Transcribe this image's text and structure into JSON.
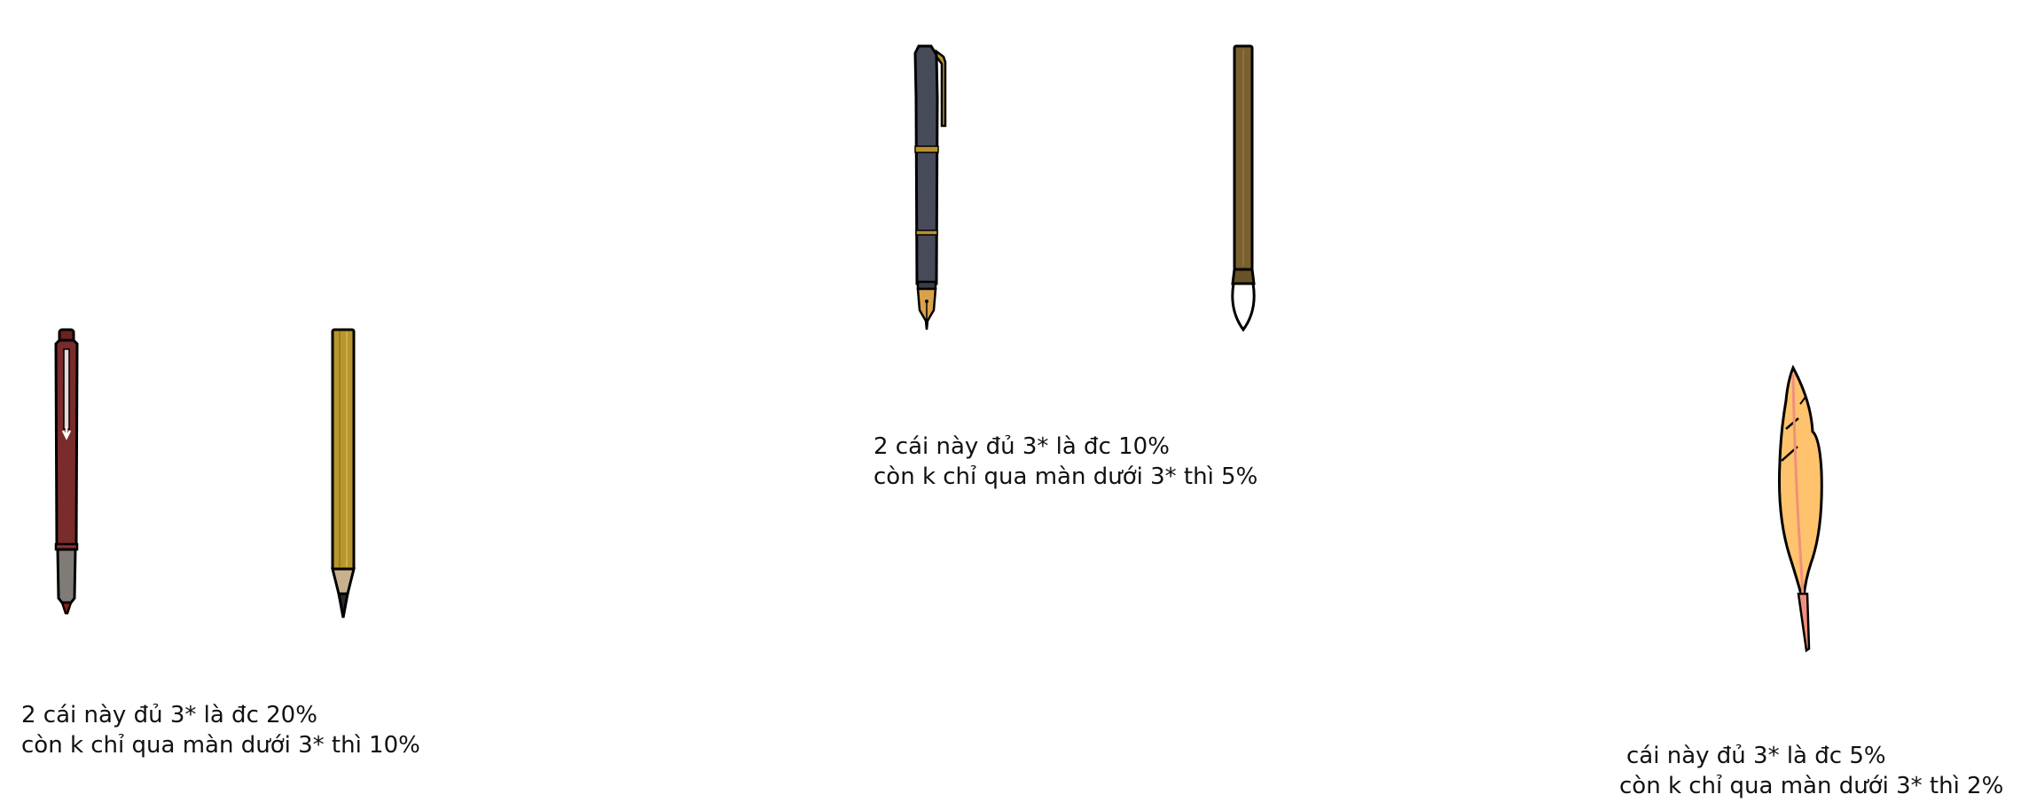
{
  "groups": [
    {
      "id": "pens-group-1",
      "icons": [
        "ballpoint-pen-icon",
        "pencil-icon"
      ],
      "line1": "2 cái này đủ 3* là đc 20%",
      "line2": "còn k chỉ qua màn dưới 3* thì 10%"
    },
    {
      "id": "pens-group-2",
      "icons": [
        "fountain-pen-icon",
        "paintbrush-icon"
      ],
      "line1": "2 cái này đủ 3* là đc 10%",
      "line2": "còn k chỉ qua màn dưới 3* thì 5%"
    },
    {
      "id": "pens-group-3",
      "icons": [
        "feather-quill-icon"
      ],
      "line1": "cái này đủ 3* là đc 5%",
      "line2": "còn k chỉ qua màn dưới 3* thì 2%"
    }
  ],
  "colors": {
    "ballpoint_body": "#7a2b2b",
    "pencil_body": "#b8962e",
    "fountain_body": "#474a59",
    "gold_trim": "#b89230",
    "brush_handle": "#7a6030",
    "feather_fill": "#ffc36e",
    "feather_shaft": "#f0907a"
  }
}
